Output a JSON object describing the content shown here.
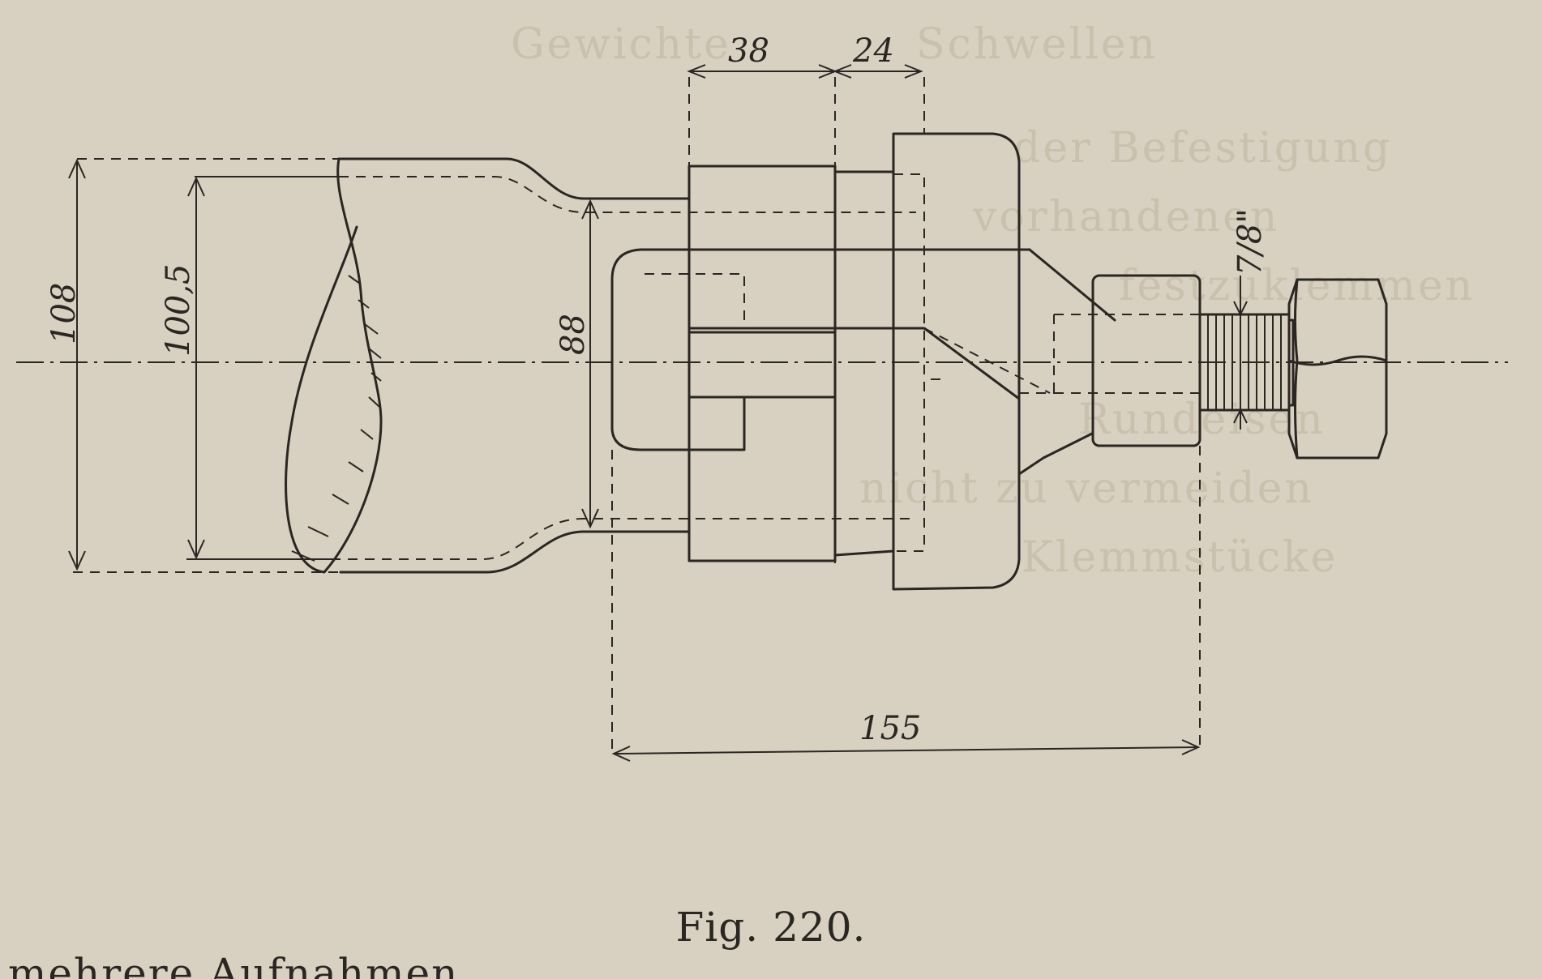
{
  "caption": "Fig. 220.",
  "bottom_fragment": "mehrere Aufnahmen",
  "background_text": [
    "Gewichte",
    "Schwellen",
    "der Befestigung",
    "vorhandenen",
    "festzuklemmen",
    "Rundeisen",
    "nicht zu vermeiden",
    "Klemmstücke"
  ],
  "dimensions": {
    "total_height": "108",
    "inner_height": "100,5",
    "clamp_opening": "88",
    "jaw_width": "38",
    "gap_width": "24",
    "bolt_size": "7/8\"",
    "overall_length": "155"
  },
  "colors": {
    "paper": "#d8d0c0",
    "ink": "#2a2622"
  }
}
